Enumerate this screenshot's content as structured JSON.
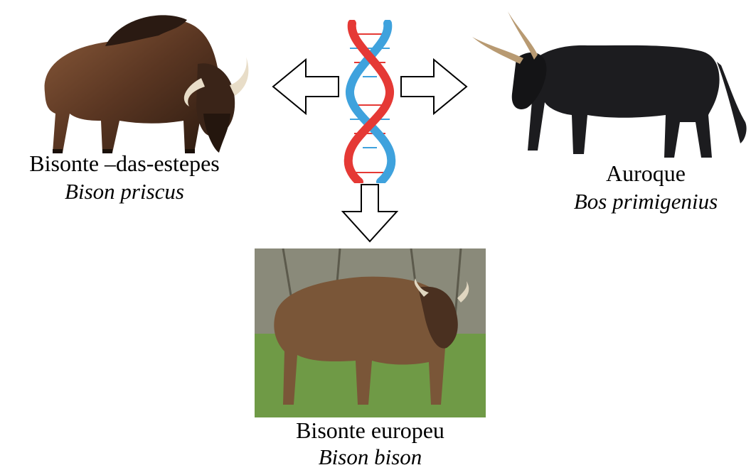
{
  "species": {
    "steppe": {
      "common": "Bisonte –das-estepes",
      "scientific": "Bison priscus"
    },
    "aurochs": {
      "common": "Auroque",
      "scientific": "Bos primigenius"
    },
    "european": {
      "common": "Bisonte europeu",
      "scientific": "Bison bison"
    }
  },
  "icons": {
    "dna": "dna-double-helix-icon",
    "arrows": [
      "arrow-left-icon",
      "arrow-right-icon",
      "arrow-down-icon"
    ]
  },
  "colors": {
    "dna_red": "#e53935",
    "dna_blue": "#3fa2dd"
  }
}
